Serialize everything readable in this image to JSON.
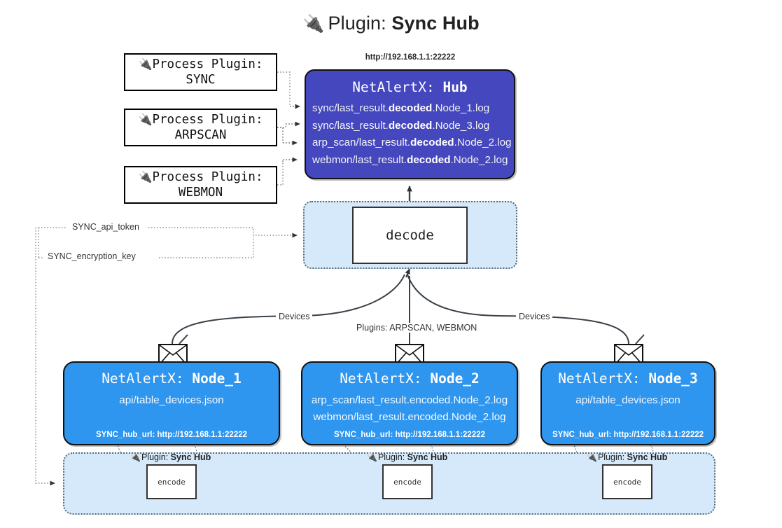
{
  "title": {
    "icon": "plug-icon",
    "prefix": "Plugin:",
    "name": "Sync Hub"
  },
  "process_plugins": [
    {
      "line1": "Process Plugin:",
      "line2": "SYNC"
    },
    {
      "line1": "Process Plugin:",
      "line2": "ARPSCAN"
    },
    {
      "line1": "Process Plugin:",
      "line2": "WEBMON"
    }
  ],
  "hub": {
    "url": "http://192.168.1.1:22222",
    "title_prefix": "NetAlertX:",
    "title_name": "Hub",
    "logs": [
      {
        "pre": "sync/last_result.",
        "mid": "decoded",
        "post": ".Node_1.log"
      },
      {
        "pre": "sync/last_result.",
        "mid": "decoded",
        "post": ".Node_3.log"
      },
      {
        "pre": "arp_scan/last_result.",
        "mid": "decoded",
        "post": ".Node_2.log"
      },
      {
        "pre": "webmon/last_result.",
        "mid": "decoded",
        "post": ".Node_2.log"
      }
    ]
  },
  "decode": {
    "label": "decode"
  },
  "secrets": [
    {
      "label": "SYNC_api_token"
    },
    {
      "label": "SYNC_encryption_key"
    }
  ],
  "edge_labels": {
    "left_devices": "Devices",
    "right_devices": "Devices",
    "center_plugins": "Plugins: ARPSCAN, WEBMON"
  },
  "nodes": [
    {
      "title_prefix": "NetAlertX:",
      "title_name": "Node_1",
      "lines": [
        "api/table_devices.json"
      ],
      "footer": "SYNC_hub_url: http://192.168.1.1:22222"
    },
    {
      "title_prefix": "NetAlertX:",
      "title_name": "Node_2",
      "lines": [
        "arp_scan/last_result.encoded.Node_2.log",
        "webmon/last_result.encoded.Node_2.log"
      ],
      "footer": "SYNC_hub_url: http://192.168.1.1:22222"
    },
    {
      "title_prefix": "NetAlertX:",
      "title_name": "Node_3",
      "lines": [
        "api/table_devices.json"
      ],
      "footer": "SYNC_hub_url: http://192.168.1.1:22222"
    }
  ],
  "bottom_plugins": [
    {
      "prefix": "Plugin:",
      "name": "Sync Hub",
      "box": "encode"
    },
    {
      "prefix": "Plugin:",
      "name": "Sync Hub",
      "box": "encode"
    },
    {
      "prefix": "Plugin:",
      "name": "Sync Hub",
      "box": "encode"
    }
  ],
  "colors": {
    "hub_fill": "#4547bf",
    "node_fill": "#2f96ef",
    "band_fill": "#d6e9fa",
    "outline": "#111111"
  }
}
